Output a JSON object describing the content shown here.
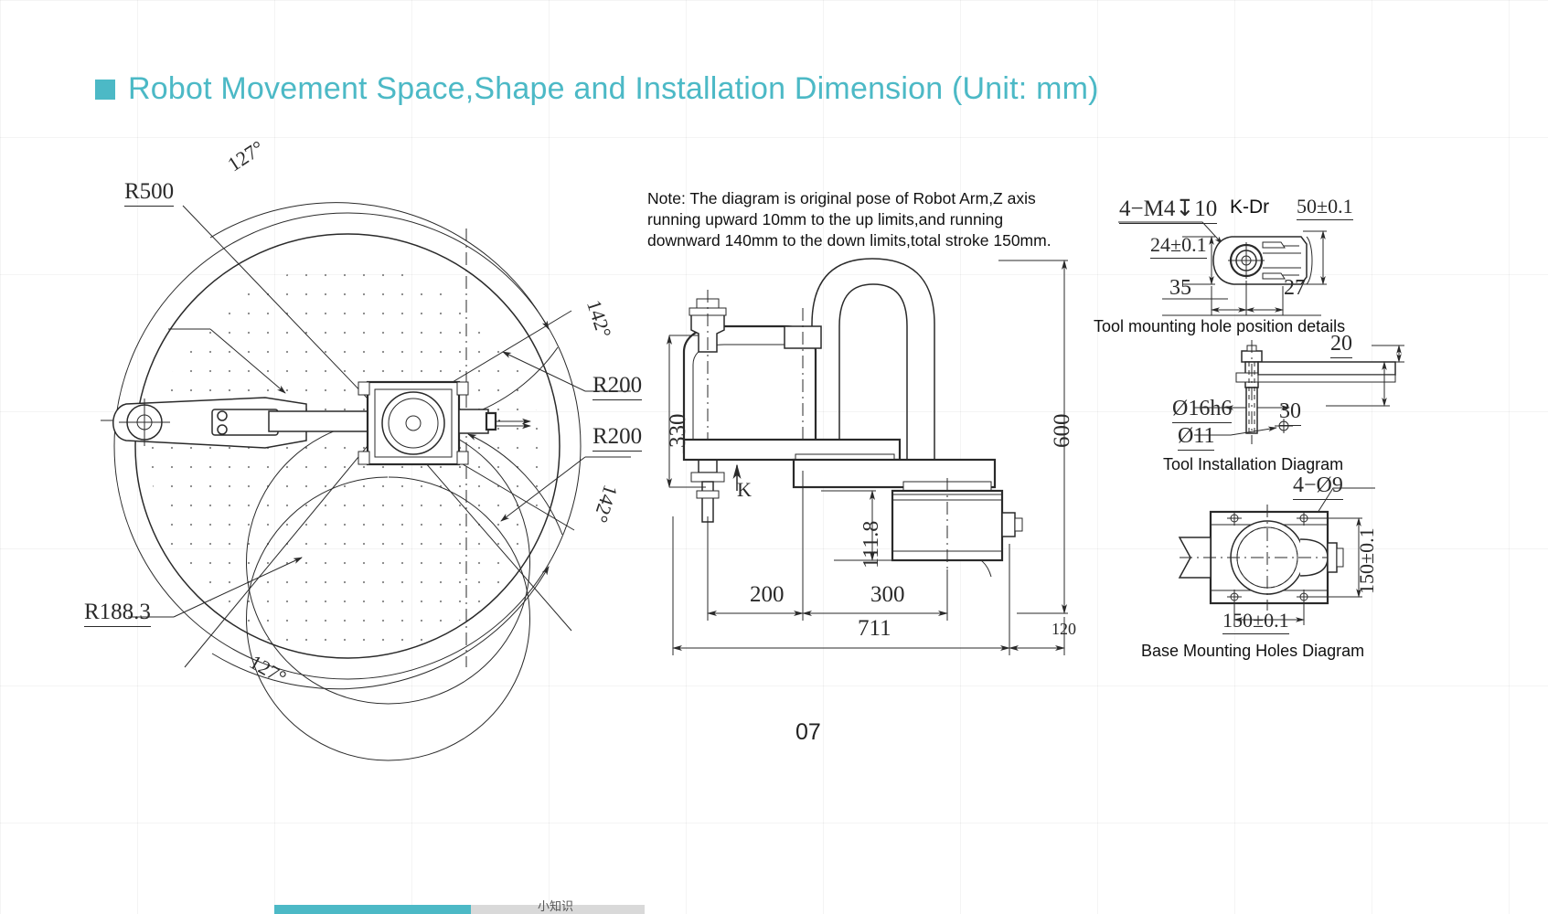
{
  "header": {
    "bullet_color": "#4cb9c6",
    "title": "Robot Movement Space,Shape and Installation Dimension (Unit: mm)"
  },
  "note": {
    "line1": "Note: The diagram is original pose of Robot Arm,Z axis",
    "line2": "running upward 10mm to the up limits,and running",
    "line3": "downward 140mm to the down limits,total stroke 150mm."
  },
  "plan_view": {
    "name": "Robot Movement Space (top view)",
    "labels": {
      "r500": "R500",
      "angle_top": "127°",
      "angle_upper_mid": "142°",
      "angle_lower_mid": "142°",
      "angle_bottom": "127°",
      "r200_upper": "R200",
      "r200_lower": "R200",
      "r188": "R188.3"
    }
  },
  "elevation_view": {
    "name": "Robot front elevation",
    "dims": {
      "h330": "330",
      "h600": "600",
      "h111_8": "111.8",
      "d200": "200",
      "d300": "300",
      "d711": "711",
      "d120": "120",
      "k_arrow": "K"
    }
  },
  "tool_hole_detail": {
    "caption": "Tool mounting hole position details",
    "labels": {
      "thread": "4−M4",
      "depth_symbol": "↧",
      "depth": "10",
      "kdr": "K-Dr",
      "w50": "50±0.1",
      "h24": "24±0.1",
      "d35": "35",
      "d27": "27"
    }
  },
  "tool_installation": {
    "caption": "Tool Installation Diagram",
    "labels": {
      "d20": "20",
      "d30": "30",
      "shaft": "Ø16h6",
      "hole": "Ø11"
    }
  },
  "base_mounting": {
    "caption": "Base Mounting Holes Diagram",
    "labels": {
      "holes": "4−Ø9",
      "height": "150±0.1",
      "width": "150±0.1"
    }
  },
  "page_number": "07",
  "footer": {
    "text": "小知识"
  }
}
